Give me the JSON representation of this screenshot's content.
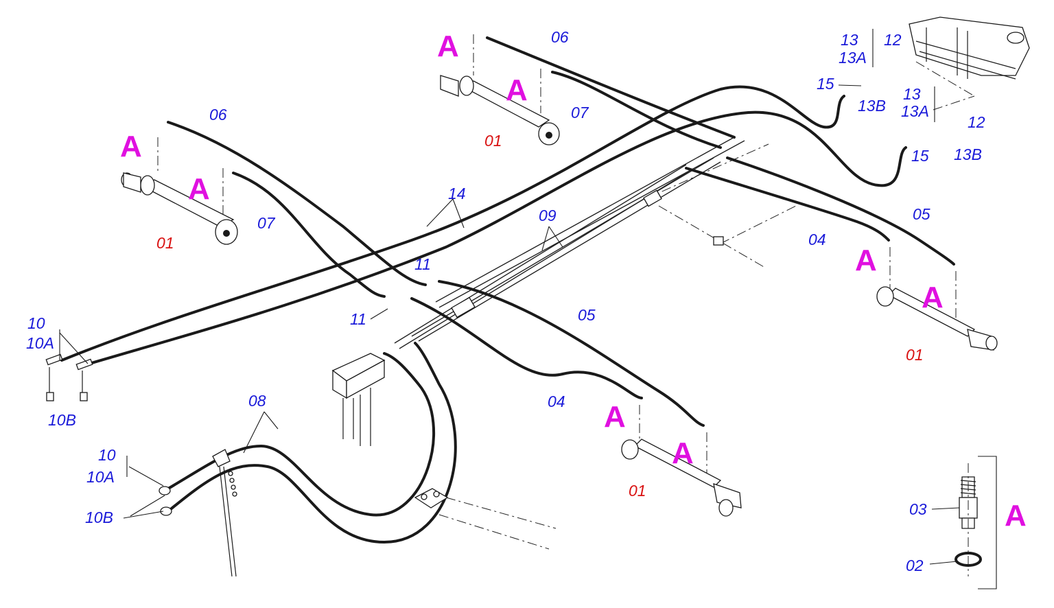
{
  "diagram": {
    "labels": {
      "l01_a": "01",
      "l01_b": "01",
      "l01_c": "01",
      "l01_d": "01",
      "l02": "02",
      "l03": "03",
      "l04_a": "04",
      "l04_b": "04",
      "l05_a": "05",
      "l05_b": "05",
      "l06_a": "06",
      "l06_b": "06",
      "l07_a": "07",
      "l07_b": "07",
      "l08": "08",
      "l09": "09",
      "l10_a": "10",
      "l10A_a": "10A",
      "l10B_a": "10B",
      "l10_b": "10",
      "l10A_b": "10A",
      "l10B_b": "10B",
      "l11_a": "11",
      "l11_b": "11",
      "l12_a": "12",
      "l12_b": "12",
      "l13_a": "13",
      "l13A_a": "13A",
      "l13B_a": "13B",
      "l13_b": "13",
      "l13A_b": "13A",
      "l13B_b": "13B",
      "l14": "14",
      "l15_a": "15",
      "l15_b": "15",
      "markA": "A"
    },
    "colors": {
      "label_blue": "#1a1ad9",
      "label_red": "#d91212",
      "marker_magenta": "#e010e0",
      "line": "#1a1a1a"
    }
  }
}
